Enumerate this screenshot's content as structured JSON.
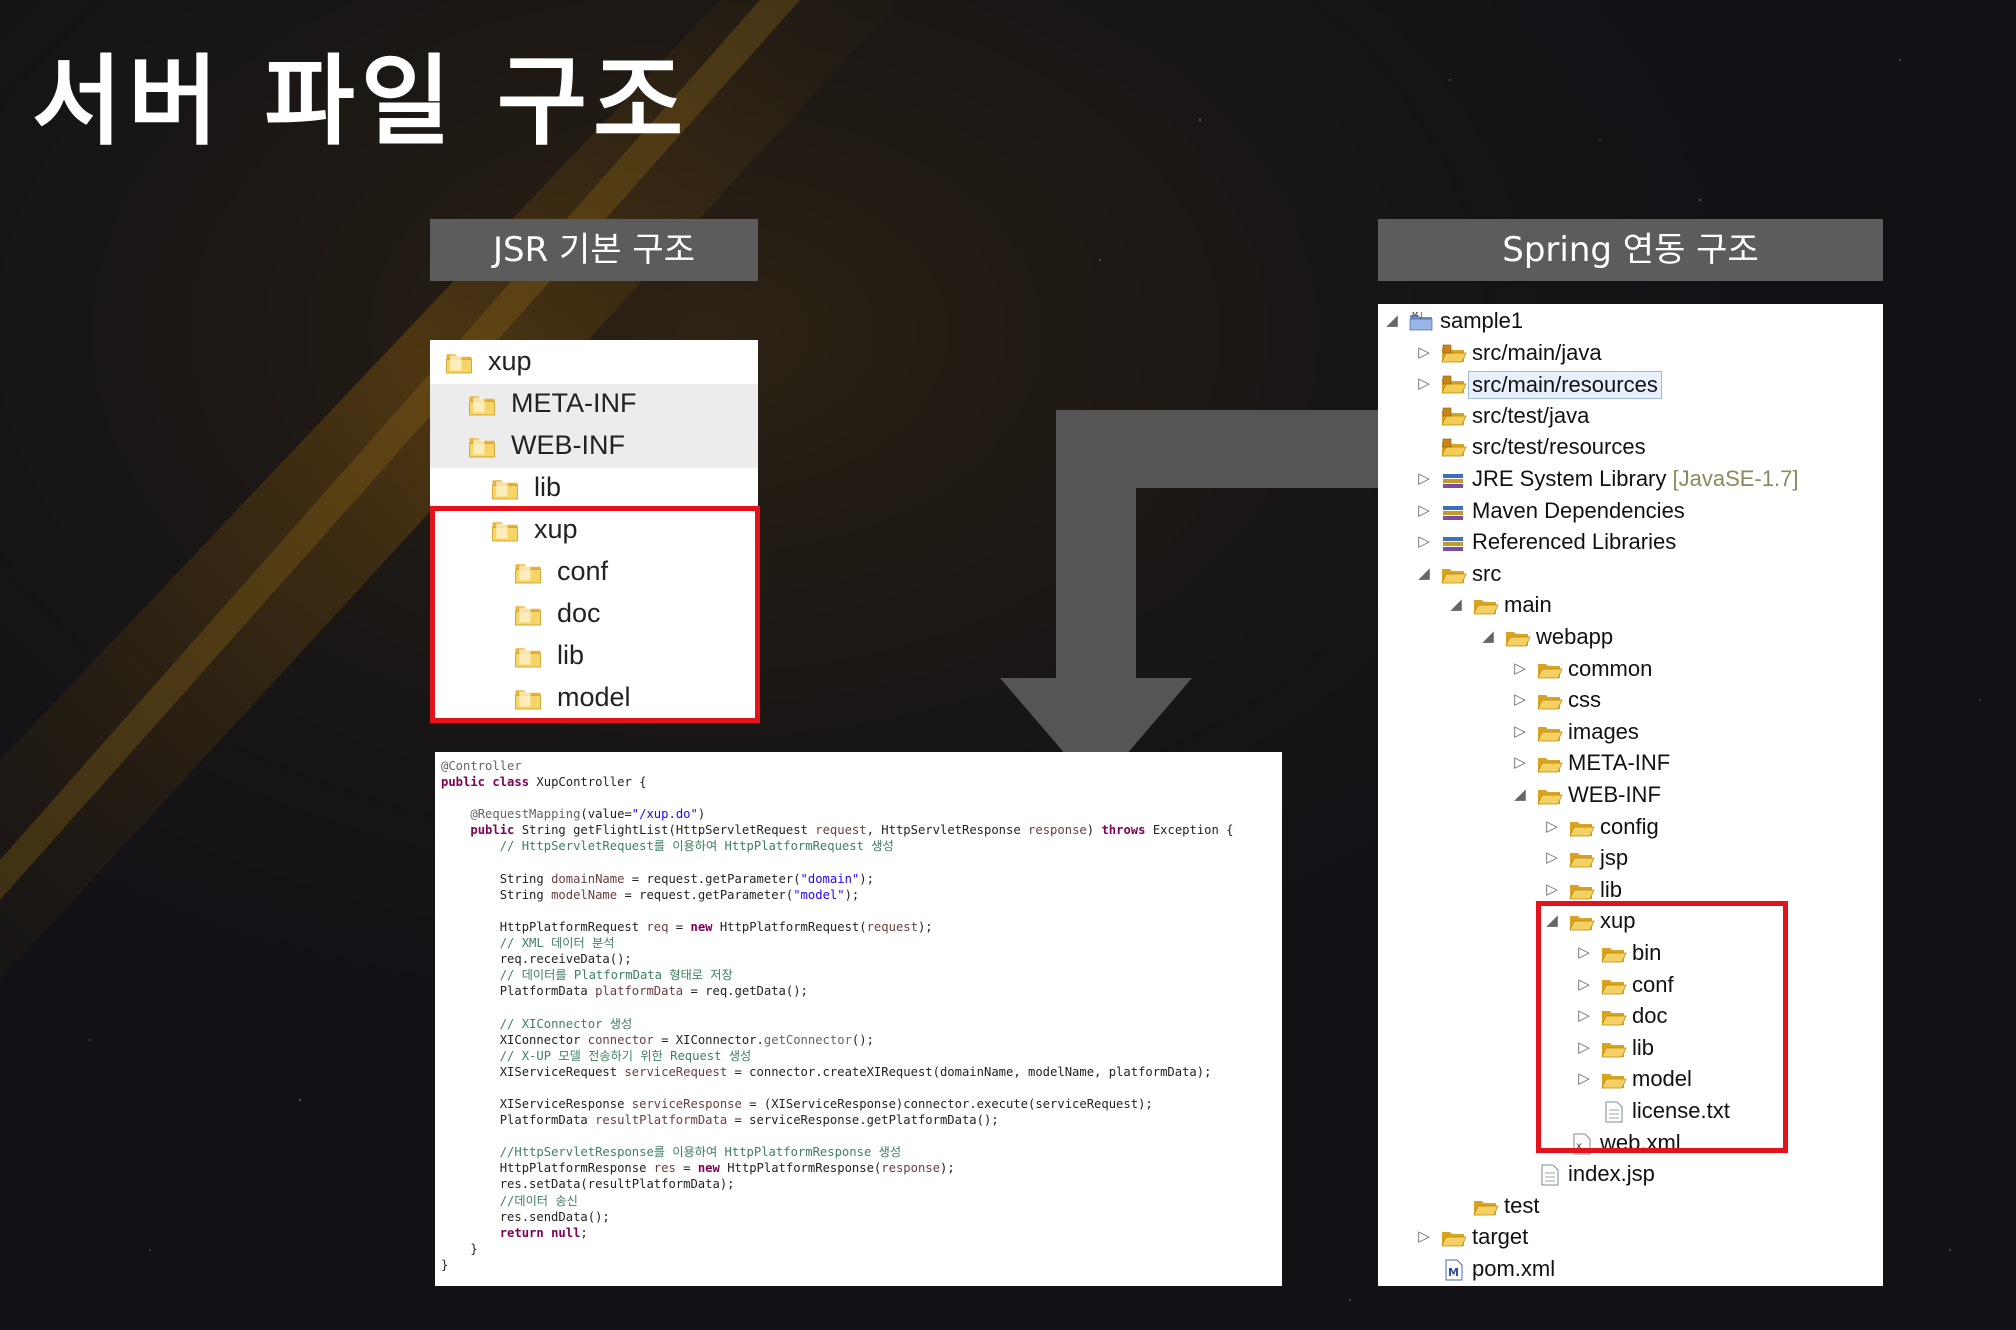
{
  "title": "서버 파일 구조",
  "jsr_label": "JSR 기본 구조",
  "spring_label": "Spring 연동 구조",
  "jsr_tree": [
    {
      "label": "xup",
      "depth": 0
    },
    {
      "label": "META-INF",
      "depth": 1
    },
    {
      "label": "WEB-INF",
      "depth": 1
    },
    {
      "label": "lib",
      "depth": 2
    },
    {
      "label": "xup",
      "depth": 2
    },
    {
      "label": "conf",
      "depth": 3
    },
    {
      "label": "doc",
      "depth": 3
    },
    {
      "label": "lib",
      "depth": 3
    },
    {
      "label": "model",
      "depth": 3
    }
  ],
  "spring_tree": [
    {
      "label": "sample1",
      "depth": 0,
      "twisty": "open",
      "icon": "project-icon"
    },
    {
      "label": "src/main/java",
      "depth": 1,
      "twisty": "closed",
      "icon": "package-folder-icon"
    },
    {
      "label": "src/main/resources",
      "depth": 1,
      "twisty": "closed",
      "icon": "package-folder-icon"
    },
    {
      "label": "src/test/java",
      "depth": 1,
      "twisty": "none",
      "icon": "package-folder-icon"
    },
    {
      "label": "src/test/resources",
      "depth": 1,
      "twisty": "none",
      "icon": "package-folder-icon"
    },
    {
      "label": "JRE System Library",
      "suffix": "[JavaSE-1.7]",
      "depth": 1,
      "twisty": "closed",
      "icon": "library-icon"
    },
    {
      "label": "Maven Dependencies",
      "depth": 1,
      "twisty": "closed",
      "icon": "library-icon"
    },
    {
      "label": "Referenced Libraries",
      "depth": 1,
      "twisty": "closed",
      "icon": "library-icon"
    },
    {
      "label": "src",
      "depth": 1,
      "twisty": "open",
      "icon": "folder-icon"
    },
    {
      "label": "main",
      "depth": 2,
      "twisty": "open",
      "icon": "folder-icon"
    },
    {
      "label": "webapp",
      "depth": 3,
      "twisty": "open",
      "icon": "folder-icon"
    },
    {
      "label": "common",
      "depth": 4,
      "twisty": "closed",
      "icon": "folder-icon"
    },
    {
      "label": "css",
      "depth": 4,
      "twisty": "closed",
      "icon": "folder-icon"
    },
    {
      "label": "images",
      "depth": 4,
      "twisty": "closed",
      "icon": "folder-icon"
    },
    {
      "label": "META-INF",
      "depth": 4,
      "twisty": "closed",
      "icon": "folder-icon"
    },
    {
      "label": "WEB-INF",
      "depth": 4,
      "twisty": "open",
      "icon": "folder-icon"
    },
    {
      "label": "config",
      "depth": 5,
      "twisty": "closed",
      "icon": "folder-icon"
    },
    {
      "label": "jsp",
      "depth": 5,
      "twisty": "closed",
      "icon": "folder-icon"
    },
    {
      "label": "lib",
      "depth": 5,
      "twisty": "closed",
      "icon": "folder-icon"
    },
    {
      "label": "xup",
      "depth": 5,
      "twisty": "open",
      "icon": "folder-icon"
    },
    {
      "label": "bin",
      "depth": 6,
      "twisty": "closed",
      "icon": "folder-icon"
    },
    {
      "label": "conf",
      "depth": 6,
      "twisty": "closed",
      "icon": "folder-icon"
    },
    {
      "label": "doc",
      "depth": 6,
      "twisty": "closed",
      "icon": "folder-icon"
    },
    {
      "label": "lib",
      "depth": 6,
      "twisty": "closed",
      "icon": "folder-icon"
    },
    {
      "label": "model",
      "depth": 6,
      "twisty": "closed",
      "icon": "folder-icon"
    },
    {
      "label": "license.txt",
      "depth": 6,
      "twisty": "none",
      "icon": "file-icon"
    },
    {
      "label": "web.xml",
      "depth": 5,
      "twisty": "none",
      "icon": "xml-file-icon"
    },
    {
      "label": "index.jsp",
      "depth": 4,
      "twisty": "none",
      "icon": "file-icon"
    },
    {
      "label": "test",
      "depth": 2,
      "twisty": "none",
      "icon": "folder-icon"
    },
    {
      "label": "target",
      "depth": 1,
      "twisty": "closed",
      "icon": "folder-icon"
    },
    {
      "label": "pom.xml",
      "depth": 1,
      "twisty": "none",
      "icon": "maven-file-icon"
    }
  ],
  "code_lines": [
    [
      [
        "an",
        "@Controller"
      ]
    ],
    [
      [
        "kw",
        "public class "
      ],
      [
        "",
        "XupController {"
      ]
    ],
    [
      [
        "",
        ""
      ]
    ],
    [
      [
        "",
        "    "
      ],
      [
        "an",
        "@RequestMapping"
      ],
      [
        "",
        "(value="
      ],
      [
        "st",
        "\"/xup.do\""
      ],
      [
        "",
        ")"
      ]
    ],
    [
      [
        "",
        "    "
      ],
      [
        "kw",
        "public "
      ],
      [
        "",
        "String getFlightList(HttpServletRequest "
      ],
      [
        "fld",
        "request"
      ],
      [
        "",
        ", HttpServletResponse "
      ],
      [
        "fld",
        "response"
      ],
      [
        "",
        ") "
      ],
      [
        "kw",
        "throws "
      ],
      [
        "",
        "Exception {"
      ]
    ],
    [
      [
        "",
        "        "
      ],
      [
        "cm",
        "// HttpServletRequest를 이용하여 HttpPlatformRequest 생성"
      ]
    ],
    [
      [
        "",
        ""
      ]
    ],
    [
      [
        "",
        "        String "
      ],
      [
        "fld",
        "domainName"
      ],
      [
        "",
        " = request.getParameter("
      ],
      [
        "st",
        "\"domain\""
      ],
      [
        "",
        ");"
      ]
    ],
    [
      [
        "",
        "        String "
      ],
      [
        "fld",
        "modelName"
      ],
      [
        "",
        " = request.getParameter("
      ],
      [
        "st",
        "\"model\""
      ],
      [
        "",
        ");"
      ]
    ],
    [
      [
        "",
        ""
      ]
    ],
    [
      [
        "",
        "        HttpPlatformRequest "
      ],
      [
        "fld",
        "req"
      ],
      [
        "",
        " = "
      ],
      [
        "kw",
        "new "
      ],
      [
        "",
        "HttpPlatformRequest("
      ],
      [
        "fld",
        "request"
      ],
      [
        "",
        ");"
      ]
    ],
    [
      [
        "",
        "        "
      ],
      [
        "cm",
        "// XML 데이터 분석"
      ]
    ],
    [
      [
        "",
        "        req.receiveData();"
      ]
    ],
    [
      [
        "",
        "        "
      ],
      [
        "cm",
        "// 데이터를 PlatformData 형태로 저장"
      ]
    ],
    [
      [
        "",
        "        PlatformData "
      ],
      [
        "fld",
        "platformData"
      ],
      [
        "",
        " = req.getData();"
      ]
    ],
    [
      [
        "",
        ""
      ]
    ],
    [
      [
        "",
        "        "
      ],
      [
        "cm",
        "// XIConnector 생성"
      ]
    ],
    [
      [
        "",
        "        XIConnector "
      ],
      [
        "fld",
        "connector"
      ],
      [
        "",
        " = XIConnector."
      ],
      [
        "an",
        "getConnector"
      ],
      [
        "",
        "();"
      ]
    ],
    [
      [
        "",
        "        "
      ],
      [
        "cm",
        "// X-UP 모델 전송하기 위한 Request 생성"
      ]
    ],
    [
      [
        "",
        "        XIServiceRequest "
      ],
      [
        "fld",
        "serviceRequest"
      ],
      [
        "",
        " = connector.createXIRequest(domainName, modelName, platformData);"
      ]
    ],
    [
      [
        "",
        ""
      ]
    ],
    [
      [
        "",
        "        XIServiceResponse "
      ],
      [
        "fld",
        "serviceResponse"
      ],
      [
        "",
        " = (XIServiceResponse)connector.execute(serviceRequest);"
      ]
    ],
    [
      [
        "",
        "        PlatformData "
      ],
      [
        "fld",
        "resultPlatformData"
      ],
      [
        "",
        " = serviceResponse.getPlatformData();"
      ]
    ],
    [
      [
        "",
        ""
      ]
    ],
    [
      [
        "",
        "        "
      ],
      [
        "cm",
        "//HttpServletResponse를 이용하여 HttpPlatformResponse 생성"
      ]
    ],
    [
      [
        "",
        "        HttpPlatformResponse "
      ],
      [
        "fld",
        "res"
      ],
      [
        "",
        " = "
      ],
      [
        "kw",
        "new "
      ],
      [
        "",
        "HttpPlatformResponse("
      ],
      [
        "fld",
        "response"
      ],
      [
        "",
        ");"
      ]
    ],
    [
      [
        "",
        "        res.setData(resultPlatformData);"
      ]
    ],
    [
      [
        "",
        "        "
      ],
      [
        "cm",
        "//데이터 송신"
      ]
    ],
    [
      [
        "",
        "        res.sendData();"
      ]
    ],
    [
      [
        "",
        "        "
      ],
      [
        "kw",
        "return null"
      ],
      [
        "",
        ";"
      ]
    ],
    [
      [
        "",
        "    }"
      ]
    ],
    [
      [
        "",
        "}"
      ]
    ]
  ],
  "colors": {
    "highlight_box": "#e3121b",
    "label_bg": "#5c5c5c",
    "arrow": "#555555"
  }
}
